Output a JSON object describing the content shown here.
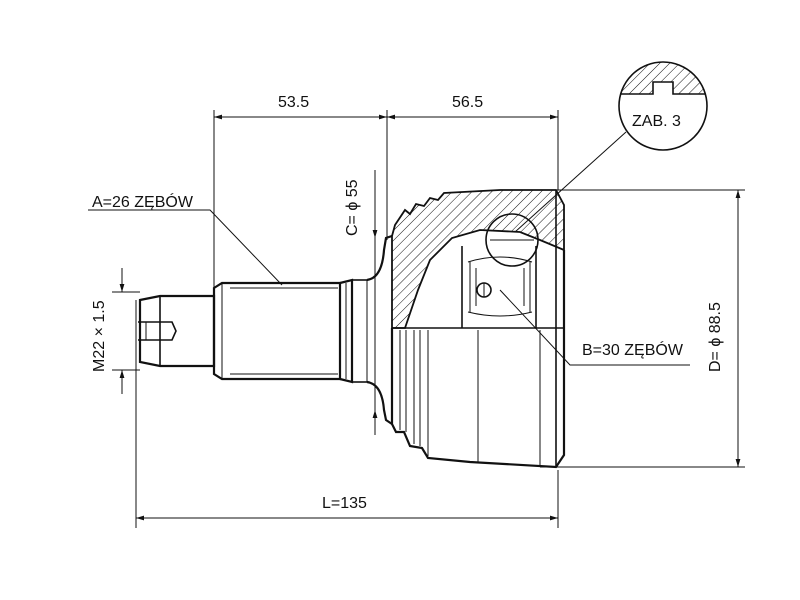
{
  "dimensions": {
    "shaft_length": "53.5",
    "body_length": "56.5",
    "total_length": "L=135",
    "thread": "M22 × 1.5",
    "seal_diameter": "C= ϕ 55",
    "outer_diameter": "D= ϕ 88.5"
  },
  "splines": {
    "outer": "A=26 ZĘBÓW",
    "inner": "B=30 ZĘBÓW"
  },
  "detail_label": "ZAB. 3"
}
